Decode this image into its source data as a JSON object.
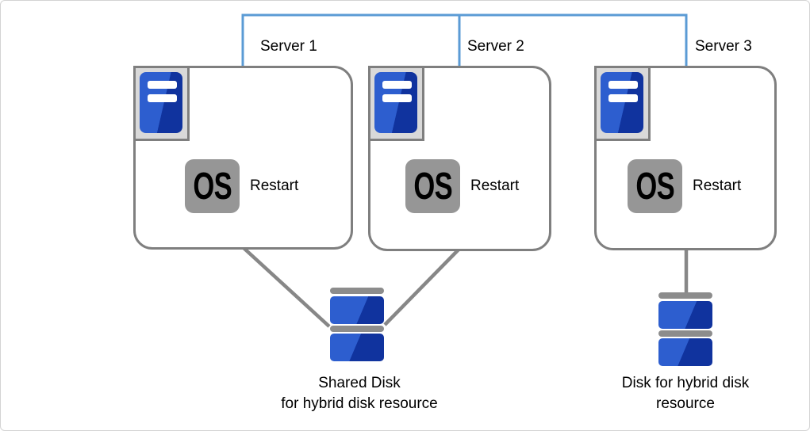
{
  "diagram": {
    "servers": [
      {
        "label": "Server 1",
        "os_badge": "OS",
        "os_action": "Restart"
      },
      {
        "label": "Server 2",
        "os_badge": "OS",
        "os_action": "Restart"
      },
      {
        "label": "Server 3",
        "os_badge": "OS",
        "os_action": "Restart"
      }
    ],
    "storage": {
      "shared_disk": {
        "caption_line1": "Shared Disk",
        "caption_line2": "for hybrid disk resource"
      },
      "hybrid_disk": {
        "caption_line1": "Disk for hybrid disk",
        "caption_line2": "resource"
      }
    },
    "colors": {
      "network_line": "#5b9bd5",
      "connector": "#878787",
      "box_border": "#7f7f7f",
      "icon_frame_fill": "#d9d9d9",
      "icon_frame_border": "#7f7f7f",
      "blue_light": "#2d5ecf",
      "blue_dark": "#10339e",
      "os_box": "#969696",
      "disk_bar": "#8c8c8c",
      "canvas_border": "#d3d3d3",
      "text": "#000000"
    }
  }
}
